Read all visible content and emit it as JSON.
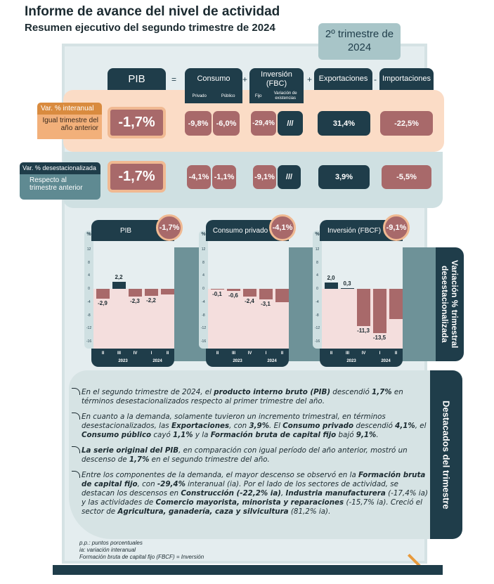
{
  "title": "Informe de avance del nivel de actividad",
  "subtitle": "Resumen ejecutivo del segundo trimestre de 2024",
  "quarter_badge": "2º trimestre de 2024",
  "table": {
    "headers": {
      "pib": "PIB",
      "consumo": "Consumo",
      "inversion": "Inversión (FBC)",
      "exportaciones": "Exportaciones",
      "importaciones": "Importaciones"
    },
    "operators": [
      "=",
      "+",
      "+",
      "-"
    ],
    "subheaders": {
      "privado": "Privado",
      "publico": "Público",
      "fijo": "Fijo",
      "variacion": "Variación de existencias"
    },
    "rows": [
      {
        "tag": "Var. % interanual",
        "desc": "Igual trimestre del año anterior",
        "pib": "-1,7%",
        "privado": "-9,8%",
        "publico": "-6,0%",
        "fijo": "-29,4%",
        "variacion": "///",
        "exportaciones": "31,4%",
        "importaciones": "-22,5%"
      },
      {
        "tag": "Var. % desestacionalizada",
        "desc": "Respecto al trimestre anterior",
        "pib": "-1,7%",
        "privado": "-4,1%",
        "publico": "-1,1%",
        "fijo": "-9,1%",
        "variacion": "///",
        "exportaciones": "3,9%",
        "importaciones": "-5,5%"
      }
    ]
  },
  "charts_label": "Variación % trimestral desestacionalizada",
  "chart_data": [
    {
      "type": "bar",
      "title": "PIB",
      "badge": "-1,7%",
      "ylabel": "%",
      "categories": [
        "II",
        "III",
        "IV",
        "I",
        "II"
      ],
      "years": [
        "2023",
        "2024"
      ],
      "values": [
        -2.9,
        2.2,
        -2.3,
        -2.2,
        -1.7
      ],
      "labels": [
        "-2,9",
        "2,2",
        "-2,3",
        "-2,2",
        ""
      ],
      "yticks": [
        12,
        8,
        4,
        0,
        -4,
        -8,
        -12,
        -16
      ],
      "ylim": [
        -16,
        12
      ]
    },
    {
      "type": "bar",
      "title": "Consumo privado",
      "badge": "-4,1%",
      "ylabel": "%",
      "categories": [
        "II",
        "III",
        "IV",
        "I",
        "II"
      ],
      "years": [
        "2023",
        "2024"
      ],
      "values": [
        -0.1,
        -0.6,
        -2.4,
        -3.1,
        -4.1
      ],
      "labels": [
        "-0,1",
        "-0,6",
        "-2,4",
        "-3,1",
        ""
      ],
      "yticks": [
        12,
        8,
        4,
        0,
        -4,
        -8,
        -12,
        -16
      ],
      "ylim": [
        -16,
        12
      ]
    },
    {
      "type": "bar",
      "title": "Inversión (FBCF)",
      "badge": "-9,1%",
      "ylabel": "%",
      "categories": [
        "II",
        "III",
        "IV",
        "I",
        "II"
      ],
      "years": [
        "2023",
        "2024"
      ],
      "values": [
        2.0,
        0.3,
        -11.3,
        -13.5,
        -9.1
      ],
      "labels": [
        "2,0",
        "0,3",
        "-11,3",
        "-13,5",
        ""
      ],
      "yticks": [
        12,
        8,
        4,
        0,
        -4,
        -8,
        -12,
        -16
      ],
      "ylim": [
        -16,
        12
      ]
    }
  ],
  "highlights_label": "Destacados del trimestre",
  "highlights": [
    [
      {
        "t": "En el segundo trimestre de 2024, el "
      },
      {
        "t": "producto interno bruto (PIB)",
        "b": true
      },
      {
        "t": " descendió "
      },
      {
        "t": "1,7%",
        "b": true
      },
      {
        "t": " en términos desestacionalizados respecto al primer trimestre del año."
      }
    ],
    [
      {
        "t": "En cuanto a la demanda, solamente tuvieron un incremento trimestral, en términos desestacionalizados, las "
      },
      {
        "t": "Exportaciones",
        "b": true
      },
      {
        "t": ", con "
      },
      {
        "t": "3,9%",
        "b": true
      },
      {
        "t": ". El "
      },
      {
        "t": "Consumo privado",
        "b": true
      },
      {
        "t": " descendió "
      },
      {
        "t": "4,1%",
        "b": true
      },
      {
        "t": ", el "
      },
      {
        "t": "Consumo público",
        "b": true
      },
      {
        "t": " cayó "
      },
      {
        "t": "1,1%",
        "b": true
      },
      {
        "t": " y la "
      },
      {
        "t": "Formación bruta de capital fijo",
        "b": true
      },
      {
        "t": " bajó "
      },
      {
        "t": "9,1%",
        "b": true
      },
      {
        "t": "."
      }
    ],
    [
      {
        "t": "La serie original del PIB",
        "b": true
      },
      {
        "t": ", en comparación con igual período del año anterior, mostró un descenso de "
      },
      {
        "t": "1,7%",
        "b": true
      },
      {
        "t": " en el segundo trimestre del año."
      }
    ],
    [
      {
        "t": "Entre los componentes de la demanda, el mayor descenso se observó en la "
      },
      {
        "t": "Formación bruta de capital fijo",
        "b": true
      },
      {
        "t": ", con "
      },
      {
        "t": "-29,4%",
        "b": true
      },
      {
        "t": " interanual (ia). Por el lado de los sectores de actividad, se destacan los descensos en "
      },
      {
        "t": "Construcción (-22,2% ia)",
        "b": true
      },
      {
        "t": ", "
      },
      {
        "t": "Industria manufacturera",
        "b": true
      },
      {
        "t": " (-17,4% ia) y las actividades de "
      },
      {
        "t": "Comercio mayorista, minorista y reparaciones",
        "b": true
      },
      {
        "t": " (-15,7% ia). Creció el sector de "
      },
      {
        "t": "Agricultura, ganadería, caza y silvicultura",
        "b": true
      },
      {
        "t": " (81,2% ia)."
      }
    ]
  ],
  "notes": [
    "p.p.: puntos porcentuales",
    "ia: variación interanual",
    "Formación bruta de capital fijo (FBCF) = Inversión"
  ],
  "colors": {
    "dark": "#1f3d4a",
    "negative": "#a8696a",
    "orange": "#d98b3f",
    "teal": "#5f8a92"
  }
}
